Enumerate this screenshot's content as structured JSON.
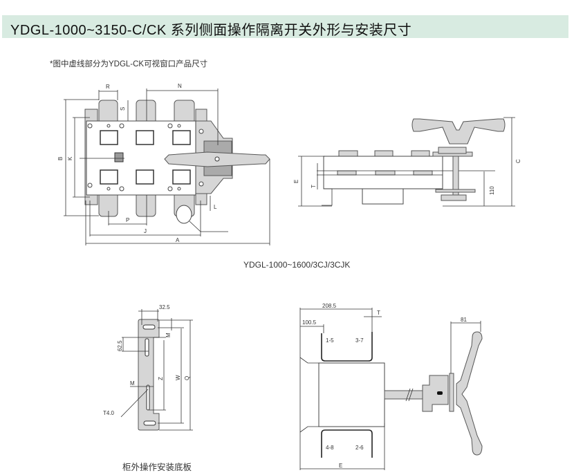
{
  "header": {
    "title": "YDGL-1000~3150-C/CK 系列侧面操作隔离开关外形与安装尺寸"
  },
  "note": "*图中虚线部分为YDGL-CK可视窗口产品尺寸",
  "front_view": {
    "labels": {
      "R": "R",
      "N": "N",
      "S": "S",
      "B": "B",
      "K": "K",
      "P": "P",
      "J": "J",
      "A": "A",
      "L": "L"
    }
  },
  "side_view": {
    "labels": {
      "E": "E",
      "T": "T",
      "C": "C",
      "d110": "110"
    }
  },
  "caption_1": "YDGL-1000~1600/3CJ/3CJK",
  "plate": {
    "labels": {
      "d32_5": "32.5",
      "d62_5": "62.5",
      "M1": "M",
      "M2": "M",
      "Z": "Z",
      "W": "W",
      "Q": "Q",
      "T4": "T4.0"
    }
  },
  "caption_2": "柜外操作安装底板",
  "top_view": {
    "labels": {
      "d208_5": "208.5",
      "d100_5": "100.5",
      "T": "T",
      "d81": "81",
      "p15": "1-5",
      "p37": "3-7",
      "p48": "4-8",
      "p26": "2-6",
      "E": "E"
    }
  }
}
